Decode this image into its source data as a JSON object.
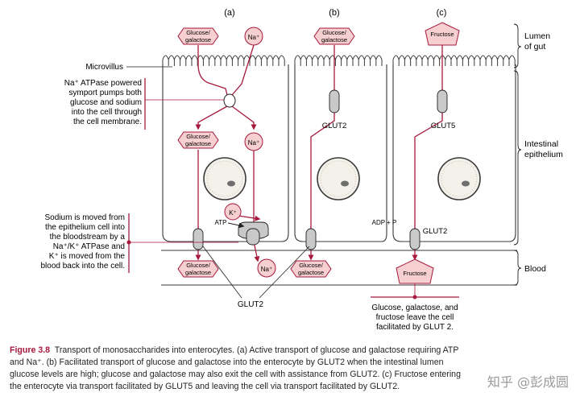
{
  "panels": {
    "a": "(a)",
    "b": "(b)",
    "c": "(c)"
  },
  "regions": {
    "lumen": [
      "Lumen",
      "of gut"
    ],
    "epithelium": [
      "Intestinal",
      "epithelium"
    ],
    "blood": "Blood"
  },
  "labels": {
    "microvillus": "Microvillus",
    "glut2": "GLUT2",
    "glut5": "GLUT5",
    "glut2_bottom": "GLUT2",
    "glut2_c_basal": "GLUT2",
    "atp": "ATP",
    "adp": "ADP + P"
  },
  "molecules": {
    "glucose_galactose": [
      "Glucose/",
      "galactose"
    ],
    "na": "Na⁺",
    "k": "K⁺",
    "fructose": "Fructose"
  },
  "annotations": {
    "symport": [
      "Na⁺ ATPase powered",
      "symport pumps both",
      "glucose and sodium",
      "into the cell through",
      "the cell membrane."
    ],
    "sodium": [
      "Sodium is moved from",
      "the epithelium cell into",
      "the bloodstream by a",
      "Na⁺/K⁺ ATPase and",
      "K⁺ is moved from the",
      "blood back into the cell."
    ],
    "glut_leave": [
      "Glucose, galactose, and",
      "fructose leave the cell",
      "facilitated by GLUT 2."
    ]
  },
  "caption": {
    "figure": "Figure 3.8",
    "text": "Transport of monosaccharides into enterocytes. (a) Active transport of glucose and galactose requiring ATP and Na⁺. (b) Facilitated transport of glucose and galactose into the enterocyte by GLUT2 when the intestinal lumen glucose levels are high; glucose and galactose may also exit the cell with assistance from GLUT2. (c) Fructose entering the enterocyte via transport facilitated by GLUT5 and leaving the cell via transport facilitated by GLUT2."
  },
  "watermark": "知乎 @彭成圆",
  "colors": {
    "accent": "#a6193c",
    "fill": "#f6cfd0",
    "line": "#3a3a3a",
    "transporter": "#c9c9c9"
  }
}
